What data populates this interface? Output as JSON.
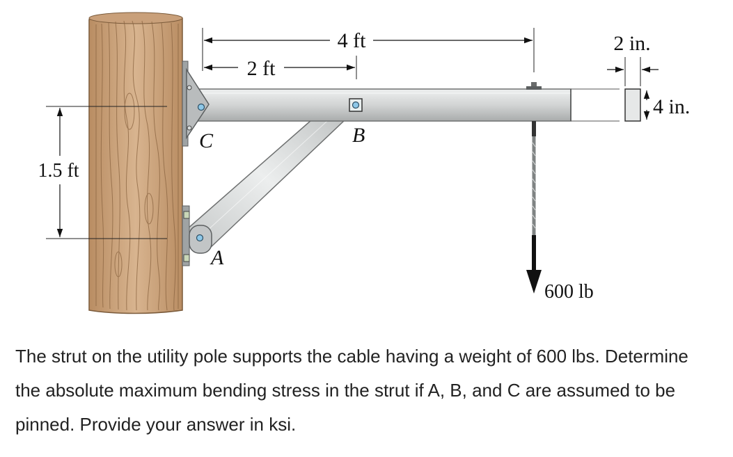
{
  "figure": {
    "dimensions": {
      "total_length": "4 ft",
      "strut_to_joint": "2 ft",
      "vertical_spacing": "1.5 ft",
      "section_width": "2 in.",
      "section_height": "4 in."
    },
    "points": {
      "pin_a": "A",
      "pin_b": "B",
      "pin_c": "C"
    },
    "load": "600 lb",
    "colors": {
      "wood": "#c9a07a",
      "wood_grain": "#8a6440",
      "steel": "#d4d6d6",
      "steel_edge": "#6e7070",
      "bracket": "#b9bcbd",
      "pin": "#8ec8e8"
    }
  },
  "problem": {
    "text": "The strut on the utility pole supports the cable having a weight of 600 lbs. Determine the absolute maximum bending stress in the strut if A, B, and C are assumed to be pinned. Provide your answer in ksi."
  }
}
